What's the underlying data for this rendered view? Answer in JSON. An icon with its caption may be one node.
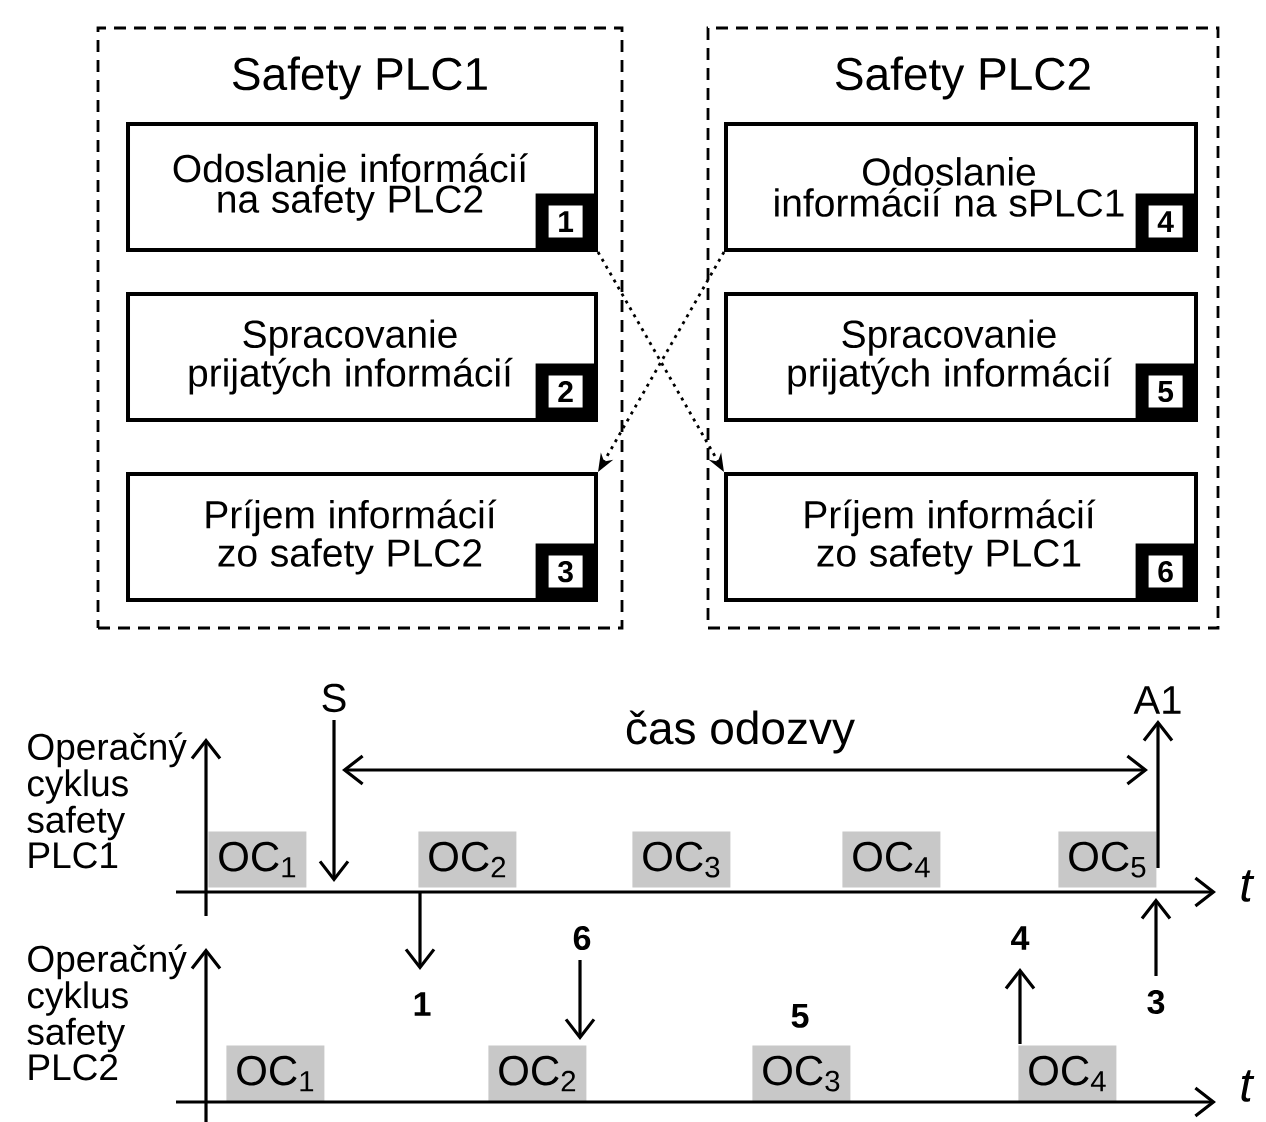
{
  "diagram": {
    "nodes": [
      {
        "text": [
          "Safety PLC1"
        ]
      },
      {
        "text": [
          "Odoslanie informácií na safety PLC2",
          "1"
        ],
        "in": 0
      },
      {
        "text": [
          "Spracovanie prijatých informácií",
          "2"
        ],
        "in": 0
      },
      {
        "text": [
          "Príjem informácií zo safety PLC2",
          "3"
        ],
        "in": 0
      },
      {
        "text": [
          "Safety PLC2"
        ]
      },
      {
        "text": [
          "Odoslanie informácií na sPLC1",
          "4"
        ],
        "in": 4
      },
      {
        "text": [
          "Spracovanie prijatých informácií",
          "5"
        ],
        "in": 4
      },
      {
        "text": [
          "Príjem informácií zo safety PLC1",
          "6"
        ],
        "in": 4
      },
      {
        "text": [
          "OC$_{1}$"
        ]
      },
      {
        "text": [
          "OC$_{2}$"
        ]
      },
      {
        "text": [
          "OC$_{3}$"
        ]
      },
      {
        "text": [
          "OC$_{4}$"
        ]
      },
      {
        "text": [
          "OC$_{5}$"
        ]
      },
      {
        "text": [
          "OC$_{1}$"
        ]
      },
      {
        "text": [
          "OC$_{2}$"
        ]
      },
      {
        "text": [
          "OC$_{3}$"
        ]
      },
      {
        "text": [
          "OC$_{4}$"
        ]
      }
    ],
    "edges": [
      {
        "from": 1,
        "to": 7,
        "arrow": "to",
        "style": "dashed"
      },
      {
        "from": 5,
        "to": 3,
        "arrow": "to",
        "style": "dashed"
      }
    ],
    "labels": [
      "S",
      "čas odozvy",
      "A1",
      "Operačný cyklus safety PLC1",
      "t",
      "6",
      "4",
      "1",
      "5",
      "3",
      "Operačný cyklus safety PLC2",
      "t"
    ]
  }
}
